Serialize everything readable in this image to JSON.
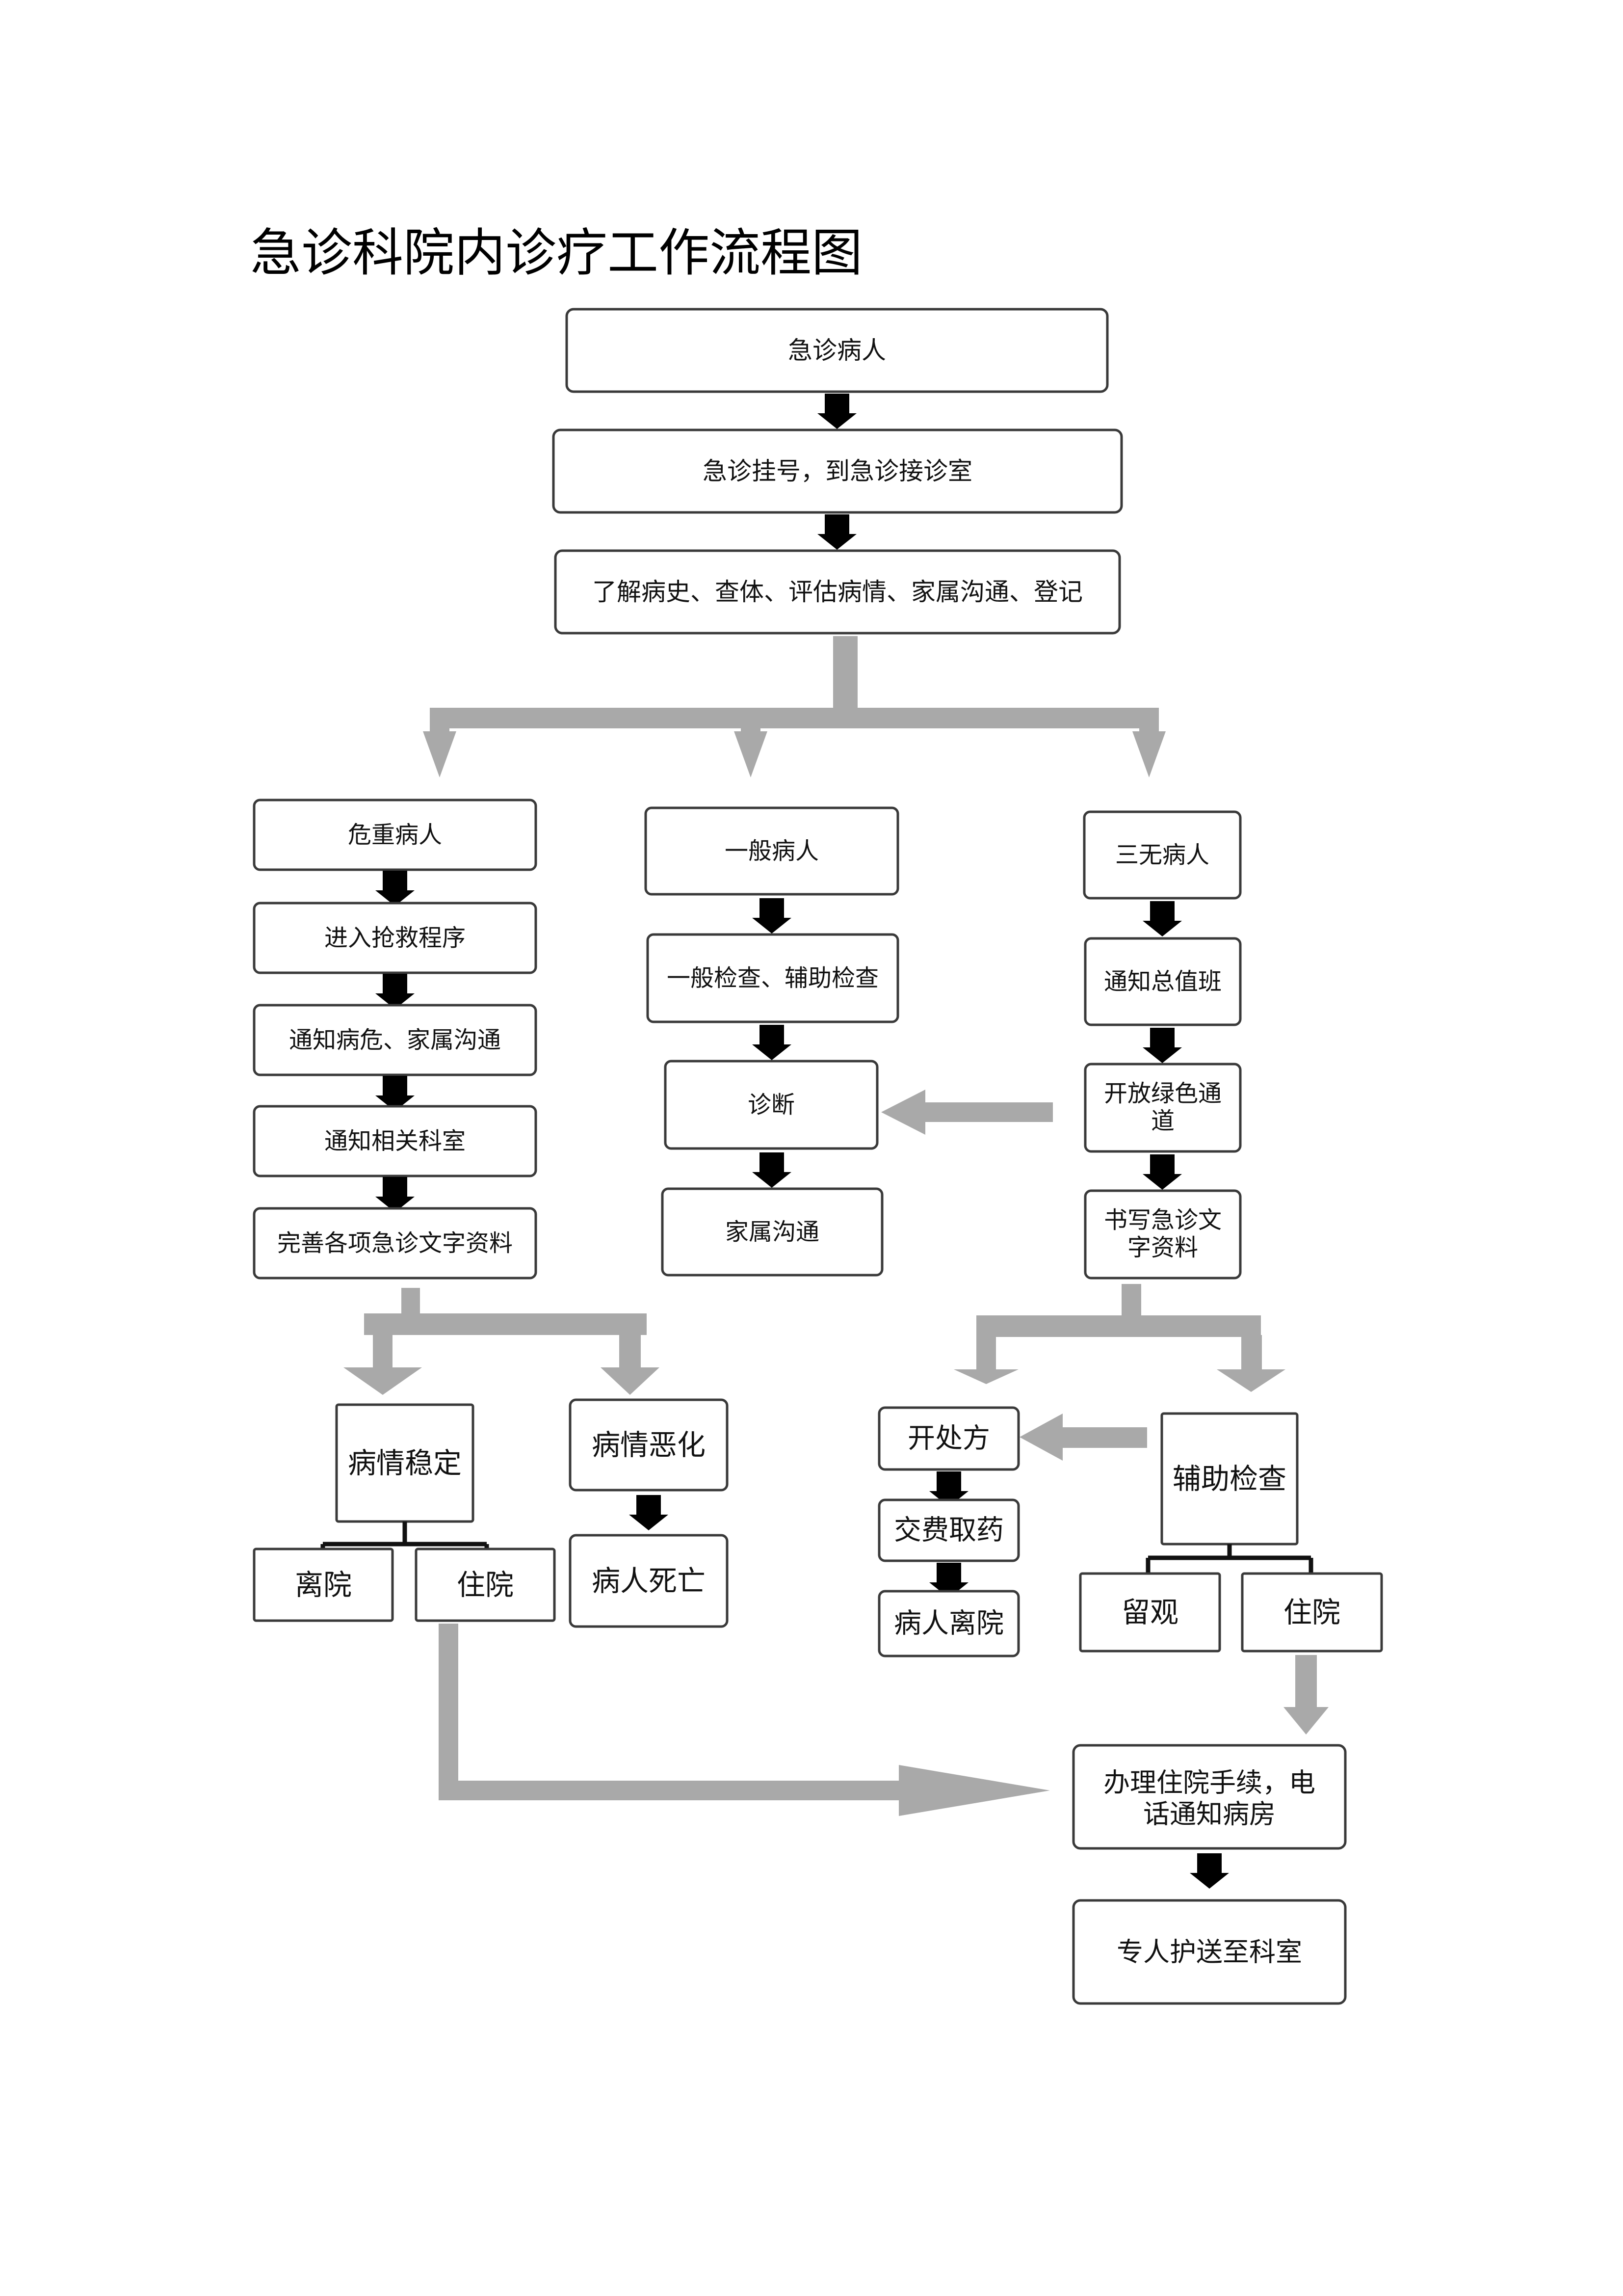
{
  "title": "急诊科院内诊疗工作流程图",
  "colors": {
    "arrow_fill": "#a9a9a9",
    "node_border": "#3a3a3a",
    "node_fill": "#ffffff"
  },
  "nodes": {
    "patient": "急诊病人",
    "registration": "急诊挂号，到急诊接诊室",
    "assessment": "了解病史、查体、评估病情、家属沟通、登记",
    "critical": "危重病人",
    "rescue": "进入抢救程序",
    "notify_critical": "通知病危、家属沟通",
    "notify_dept": "通知相关科室",
    "complete_docs": "完善各项急诊文字资料",
    "stable": "病情稳定",
    "worsen": "病情恶化",
    "discharge_left": "离院",
    "admit_left": "住院",
    "death": "病人死亡",
    "general": "一般病人",
    "general_exam": "一般检查、辅助检查",
    "diagnosis": "诊断",
    "family_comm": "家属沟通",
    "three_none": "三无病人",
    "notify_duty": "通知总值班",
    "green_channel_1": "开放绿色通",
    "green_channel_2": "道",
    "write_docs_1": "书写急诊文",
    "write_docs_2": "字资料",
    "prescribe": "开处方",
    "pay_medicine": "交费取药",
    "patient_leave": "病人离院",
    "aux_exam": "辅助检查",
    "observe": "留观",
    "admit_right": "住院",
    "admission_1": "办理住院手续，电",
    "admission_2": "话通知病房",
    "escort": "专人护送至科室"
  }
}
